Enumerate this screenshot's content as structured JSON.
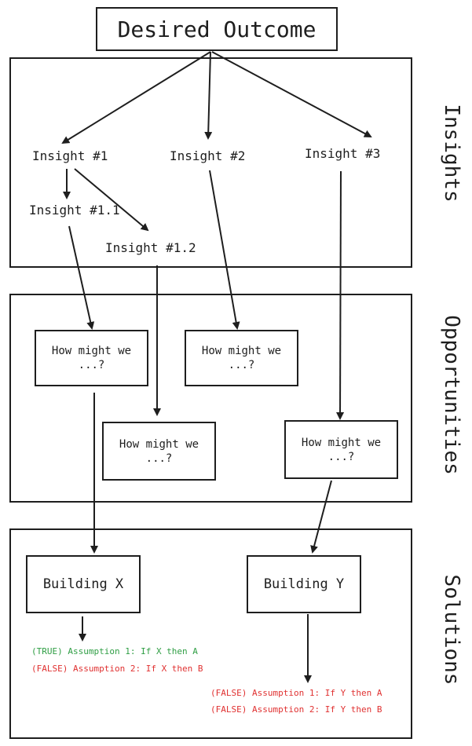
{
  "title": "Desired Outcome",
  "sections": {
    "insights": "Insights",
    "opportunities": "Opportunities",
    "solutions": "Solutions"
  },
  "insights": {
    "i1": "Insight #1",
    "i2": "Insight #2",
    "i3": "Insight #3",
    "i11": "Insight #1.1",
    "i12": "Insight #1.2"
  },
  "opportunities": {
    "hmw1": "How might we\n...?",
    "hmw2": "How might we\n...?",
    "hmw3": "How might we\n...?",
    "hmw4": "How might we\n...?"
  },
  "solutions": {
    "x": "Building X",
    "y": "Building Y"
  },
  "assumptions": {
    "x1": "(TRUE) Assumption 1: If X then A",
    "x2": "(FALSE) Assumption 2: If X then B",
    "y1": "(FALSE) Assumption 1: If Y then A",
    "y2": "(FALSE) Assumption 2: If Y then B"
  },
  "colors": {
    "stroke": "#1e1e1e",
    "true": "#2f9e44",
    "false": "#e03131"
  }
}
